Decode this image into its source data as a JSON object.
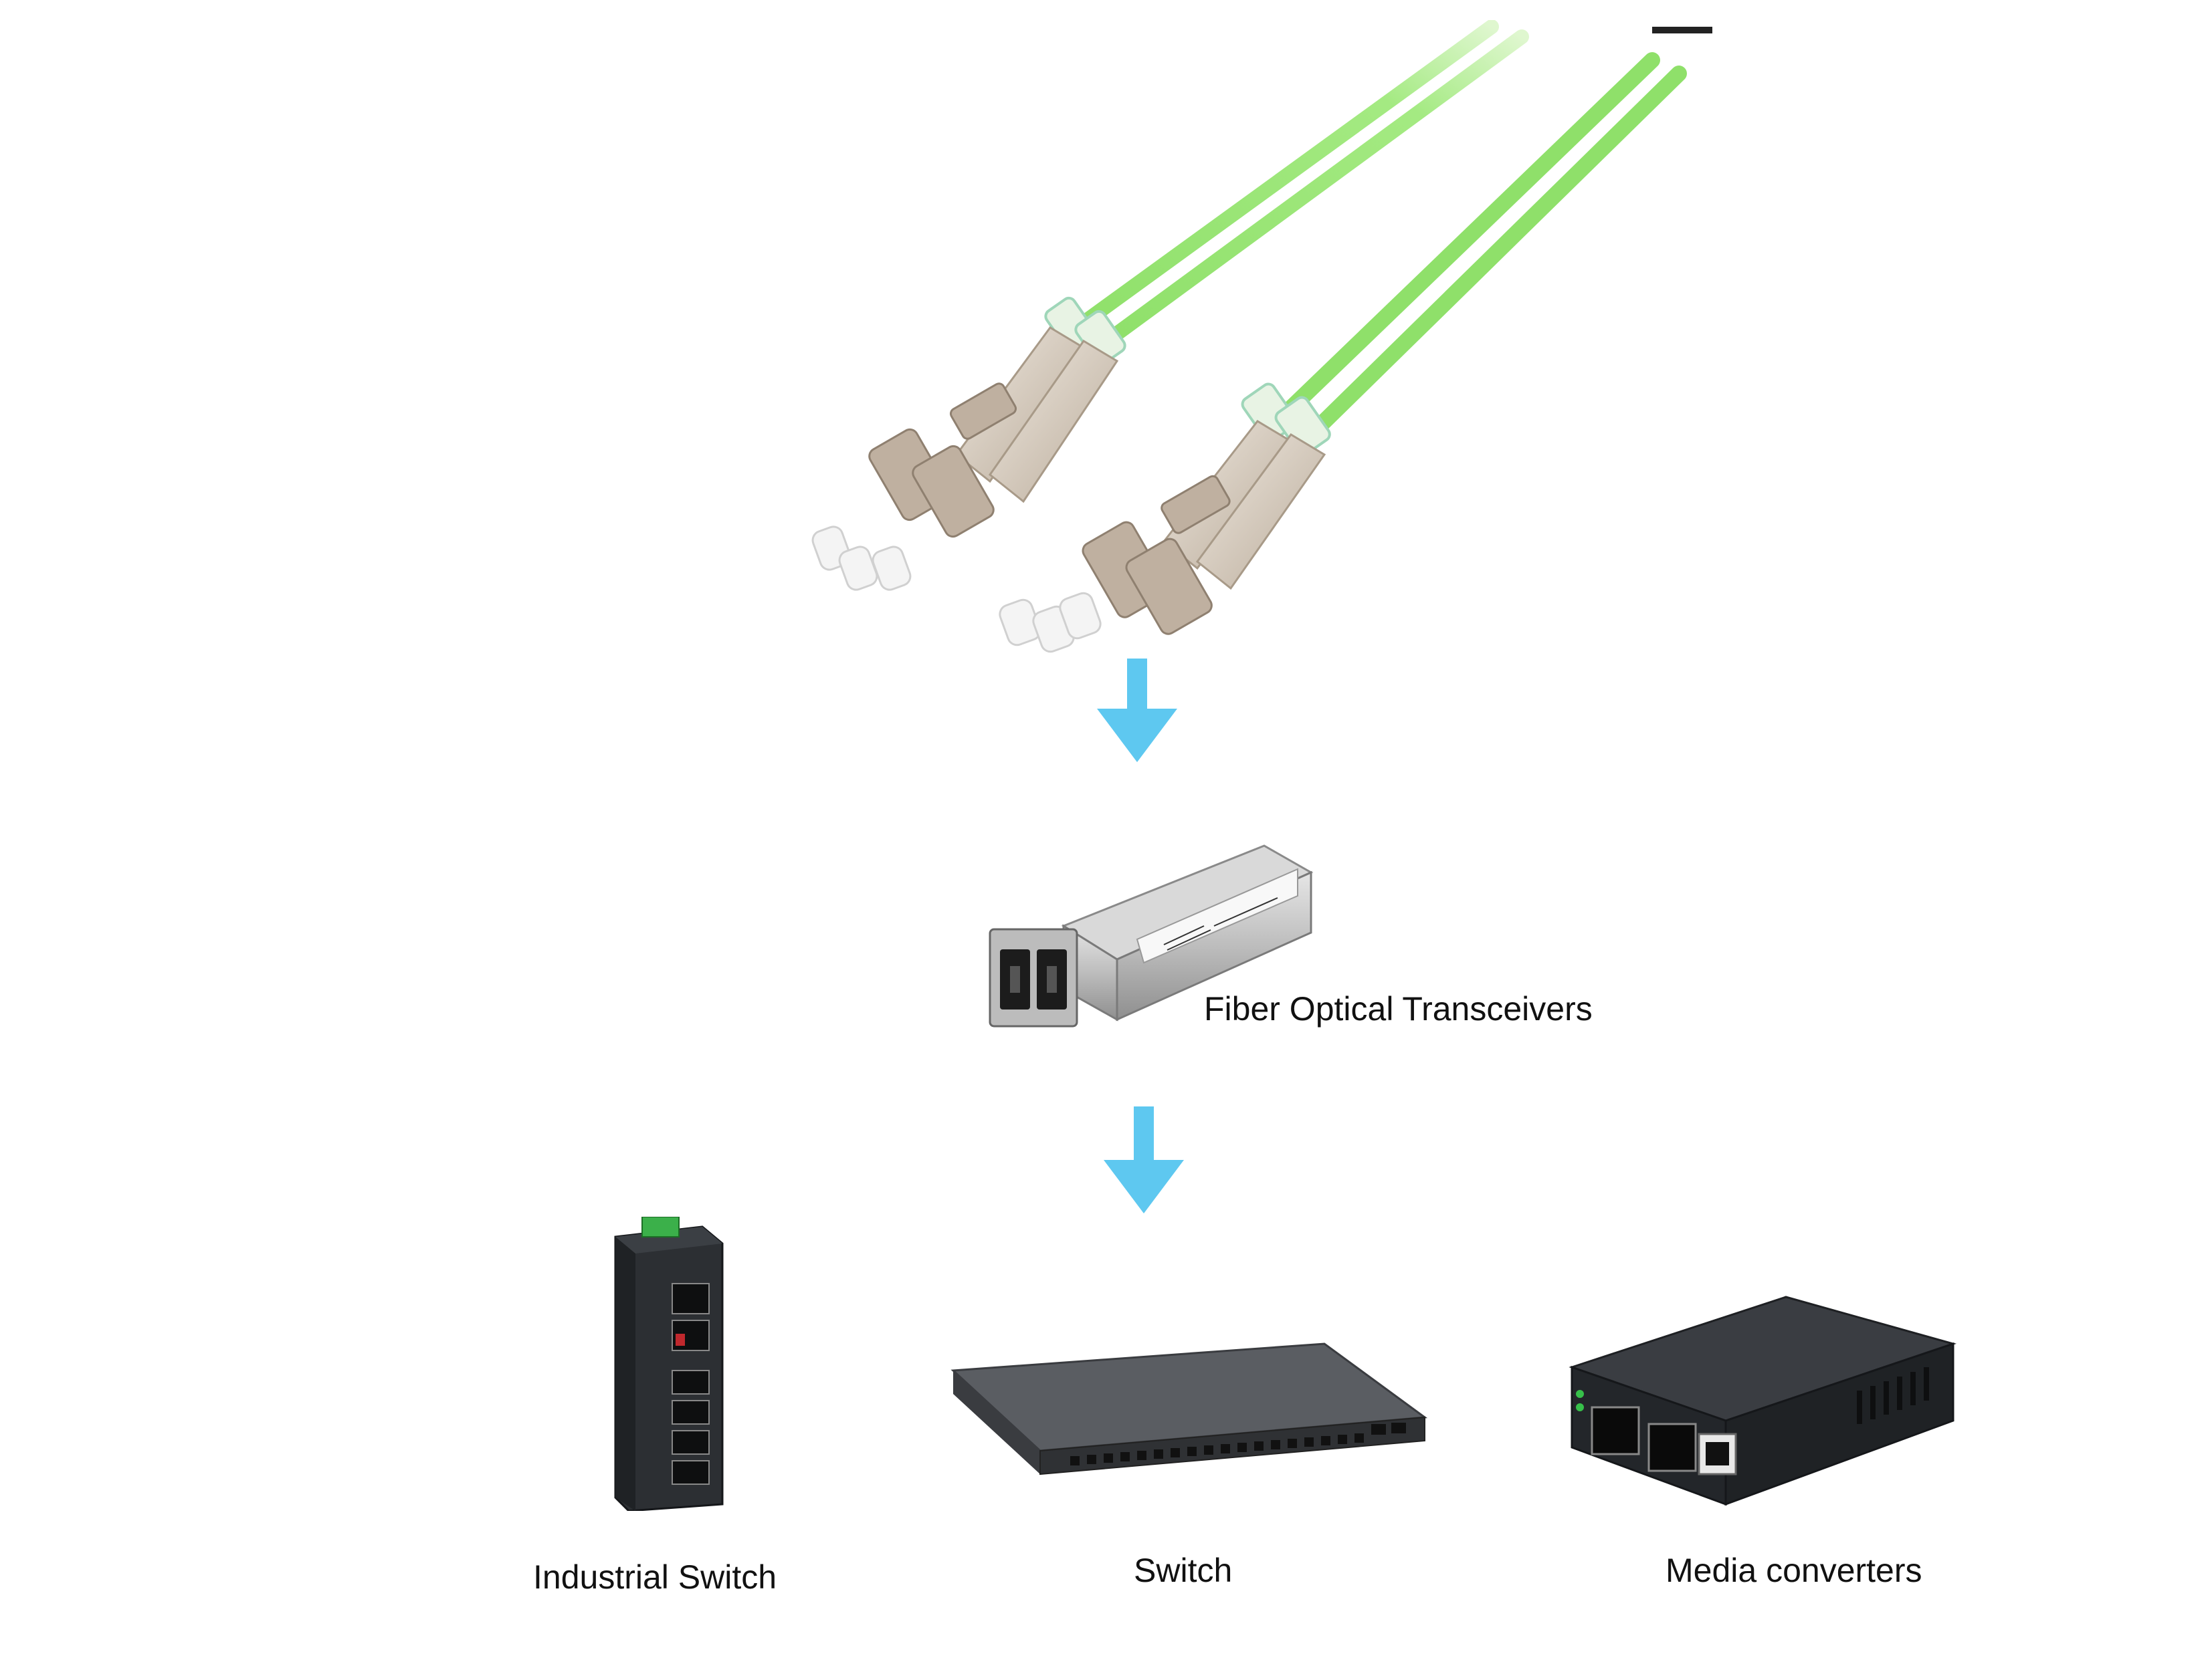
{
  "labels": {
    "transceiver": "Fiber Optical Transceivers",
    "industrial_switch": "Industrial Switch",
    "switch": "Switch",
    "media_converters": "Media converters"
  },
  "colors": {
    "arrow": "#5ec8f0",
    "cable": "#8fe06a",
    "connector": "#cdbfae",
    "device_dark": "#2c2f33",
    "background": "#ffffff"
  }
}
